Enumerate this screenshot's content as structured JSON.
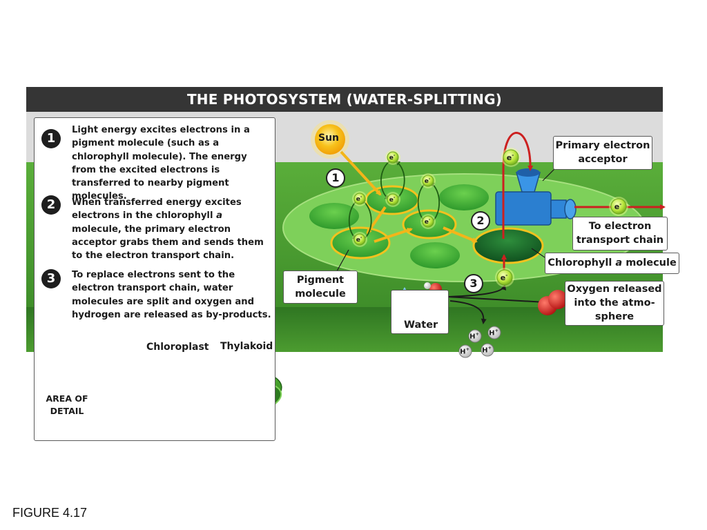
{
  "title": "THE PHOTOSYSTEM (WATER-SPLITTING)",
  "steps": [
    {
      "number": "1",
      "text": "Light energy excites electrons in a pigment molecule (such as a chlorophyll molecule). The energy from the excited electrons is transferred to nearby pigment molecules."
    },
    {
      "number": "2",
      "text_before": "When transferred energy excites electrons in the chlorophyll ",
      "text_italic": "a",
      "text_after": " molecule, the primary electron acceptor grabs them and sends them to the electron transport chain."
    },
    {
      "number": "3",
      "text": "To replace electrons sent to the electron transport chain, water molecules are split and oxygen and hydrogen are released as by-products."
    }
  ],
  "inset": {
    "chloroplast": "Chloroplast",
    "thylakoid": "Thylakoid",
    "area_of_detail": "AREA OF\nDETAIL"
  },
  "diagram": {
    "sun": "Sun",
    "electron": "e",
    "electron_charge": "-",
    "step_markers": [
      "1",
      "2",
      "3"
    ],
    "pigment_molecule": "Pigment\nmolecule",
    "water": "Water",
    "primary_acceptor": "Primary electron\nacceptor",
    "to_etc": "To electron\ntransport chain",
    "chlorophyll_before": "Chlorophyll ",
    "chlorophyll_italic": "a",
    "chlorophyll_after": " molecule",
    "oxygen": "Oxygen released\ninto the atmo-\nsphere",
    "hydrogen": "H",
    "hydrogen_charge": "+"
  },
  "figure_label": "FIGURE 4.17",
  "colors": {
    "title_bg": "#353535",
    "membrane": "#4d9a2e",
    "dark_green": "#1d6b2a",
    "electron_arrow": "#cc2020",
    "acceptor_blue": "#2b7fd0"
  }
}
